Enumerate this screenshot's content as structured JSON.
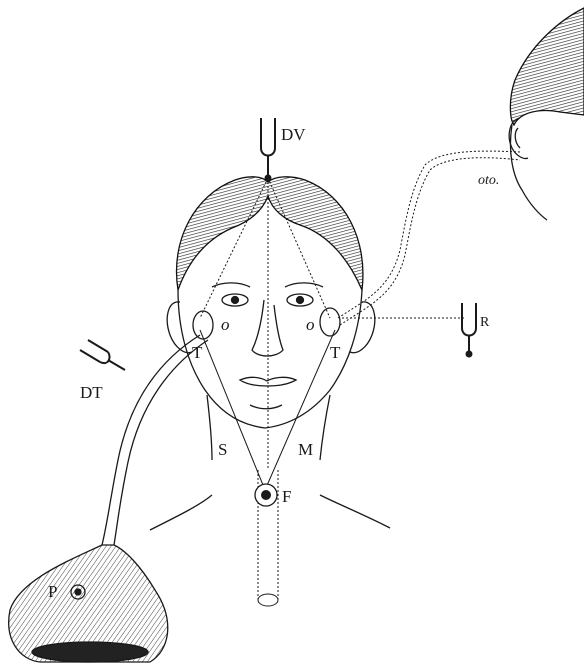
{
  "labels": {
    "dv": "DV",
    "r": "R",
    "dt": "DT",
    "oto": "oto.",
    "o_left": "o",
    "o_right": "o",
    "t_left": "T",
    "t_right": "T",
    "s": "S",
    "m": "M",
    "f": "F",
    "p": "P"
  },
  "colors": {
    "ink": "#1a1a1a",
    "background": "#ffffff"
  }
}
